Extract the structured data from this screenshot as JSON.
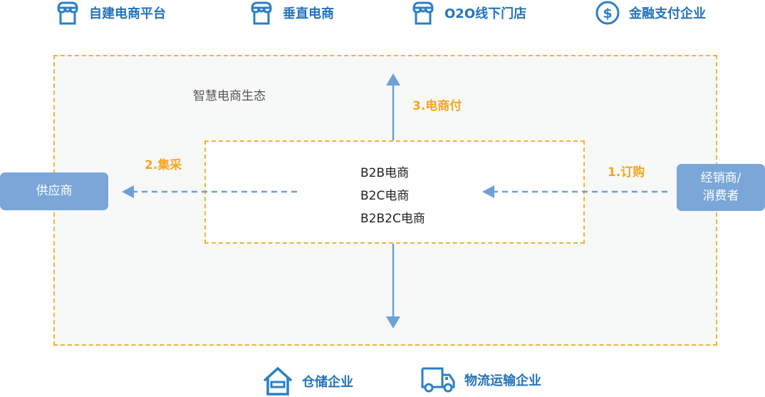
{
  "top_items": [
    {
      "label": "自建电商平台",
      "icon": "store-icon"
    },
    {
      "label": "垂直电商",
      "icon": "store-icon"
    },
    {
      "label": "O2O线下门店",
      "icon": "store-icon"
    },
    {
      "label": "金融支付企业",
      "icon": "dollar-icon"
    }
  ],
  "bottom_items": [
    {
      "label": "仓储企业",
      "icon": "warehouse-icon"
    },
    {
      "label": "物流运输企业",
      "icon": "truck-icon"
    }
  ],
  "ecosystem_label": "智慧电商生态",
  "core": [
    "B2B电商",
    "B2C电商",
    "B2B2C电商"
  ],
  "supplier": "供应商",
  "dealer": [
    "经销商/",
    "消费者"
  ],
  "steps": {
    "order": "1.订购",
    "purchase": "2.集采",
    "pay": "3.电商付"
  },
  "colors": {
    "blue": "#2473b9",
    "orange": "#f5b335",
    "node": "#7aa6d8",
    "arrow": "#6f9fd8"
  }
}
